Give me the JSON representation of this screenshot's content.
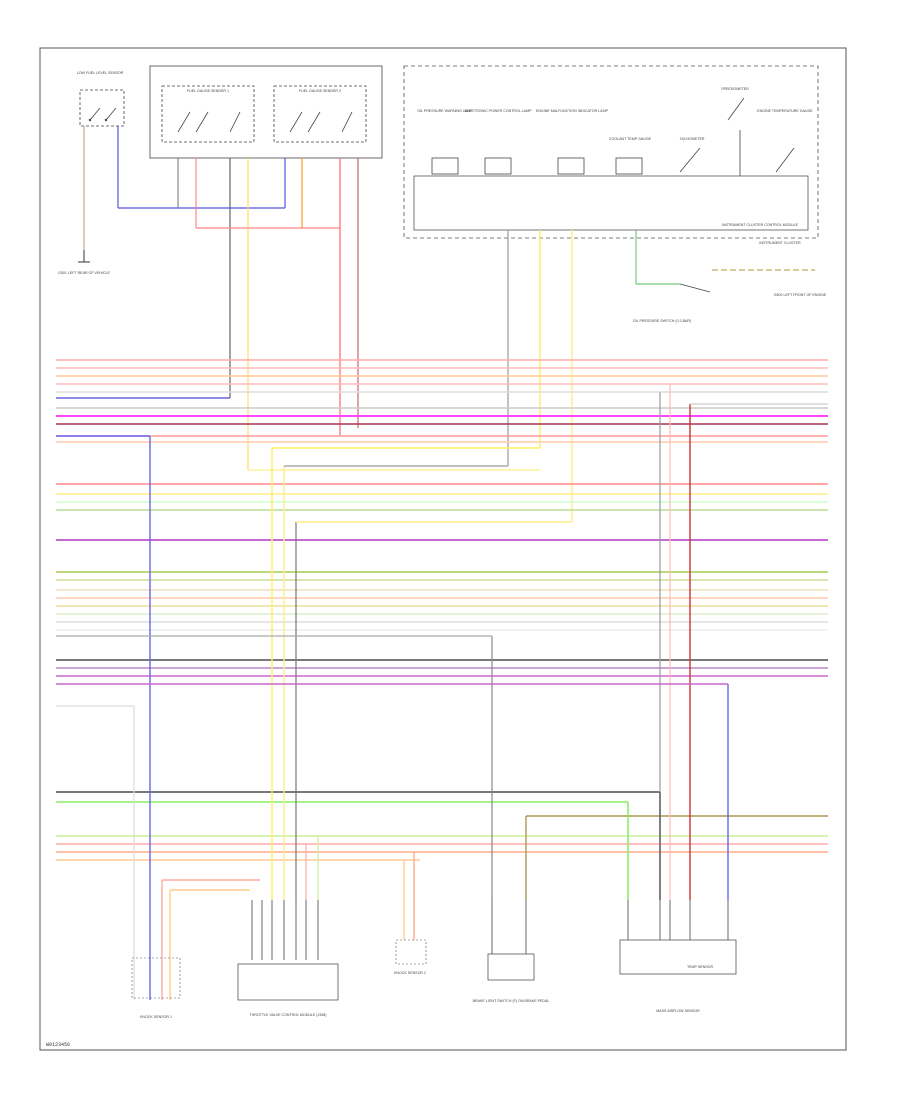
{
  "diagram": {
    "footer_code": "W0123456",
    "components": {
      "low_fuel_sensor": "LOW FUEL LEVEL SENSOR",
      "fuel_sender_1": "FUEL GAUGE SENDER 1",
      "fuel_sender_2": "FUEL GAUGE SENDER 2",
      "ground_left": "G501 LEFT REAR OF VEHICLE",
      "oil_pressure_lamp": "OIL PRESSURE WARNING LAMP",
      "electronic_power_lamp": "ELECTRONIC POWER CONTROL LAMP",
      "engine_malfunction_lamp": "ENGINE MALFUNCTION INDICATOR LAMP",
      "coolant_gauge": "COOLANT TEMP GAUGE",
      "tachometer": "TACHOMETER",
      "speedometer": "SPEEDOMETER",
      "engine_temp_gauge": "ENGINE TEMPERATURE GAUGE",
      "instrument_cluster_control": "INSTRUMENT CLUSTER CONTROL MODULE",
      "instrument_cluster": "INSTRUMENT CLUSTER",
      "oil_pressure_switch": "OIL PRESSURE SWITCH (0.3 BAR)",
      "ground_right": "G502 LEFT FRONT OF ENGINE",
      "knock_sensor": "KNOCK SENSOR 1",
      "throttle_module": "THROTTLE VALVE CONTROL MODULE (J338)",
      "knock_sensor_2": "KNOCK SENSOR 2",
      "brake_light_switch": "BRAKE LIGHT SWITCH (F) ON BRAKE PEDAL",
      "throttle_body": "TEMP SENSOR",
      "mass_airflow": "MASS AIRFLOW SENSOR"
    }
  }
}
